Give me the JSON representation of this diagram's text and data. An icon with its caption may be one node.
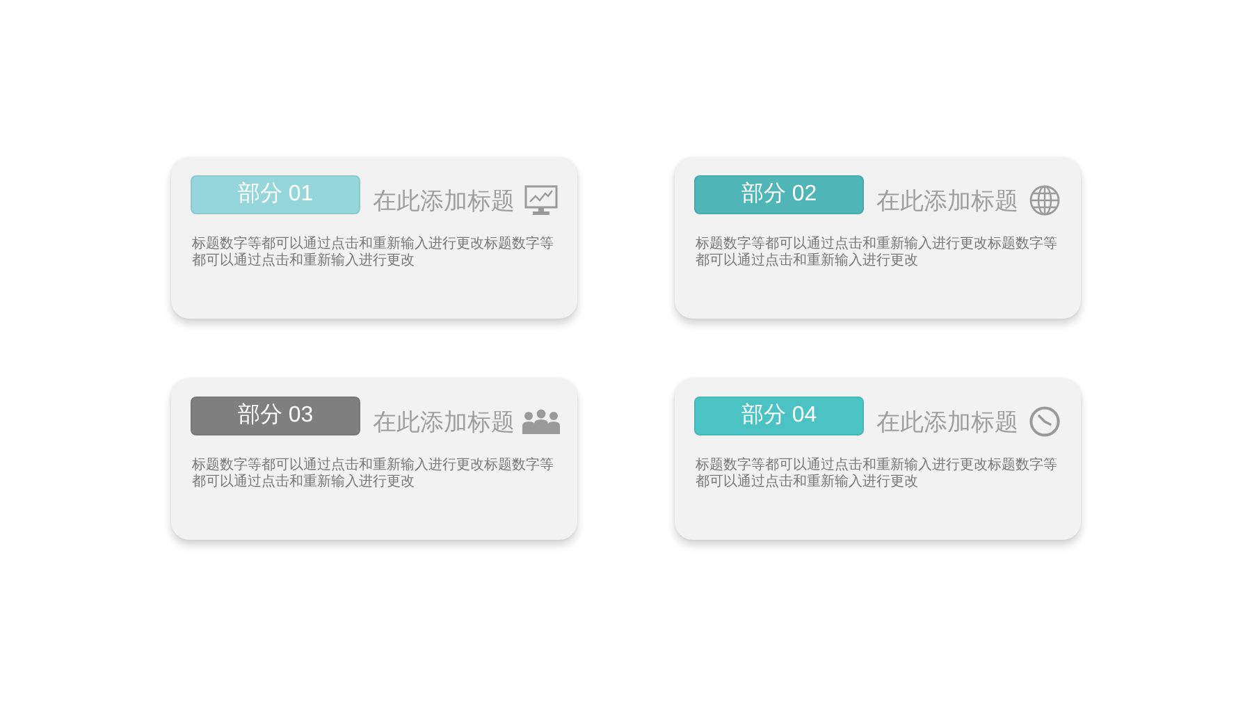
{
  "diagram": {
    "nodes": [
      {
        "text": [
          "在此添加标题",
          "标题数字等都可以通过点击和重新输入进行更改标题数字等都可以通过点击和重新输入进行更改"
        ]
      },
      {
        "text": [
          "部分 01"
        ],
        "in": 0
      },
      {
        "text": [
          "在此添加标题",
          "标题数字等都可以通过点击和重新输入进行更改标题数字等都可以通过点击和重新输入进行更改"
        ]
      },
      {
        "text": [
          "部分 02"
        ],
        "in": 2
      },
      {
        "text": [
          "在此添加标题",
          "标题数字等都可以通过点击和重新输入进行更改标题数字等都可以通过点击和重新输入进行更改"
        ]
      },
      {
        "text": [
          "部分 03"
        ],
        "in": 4
      },
      {
        "text": [
          "在此添加标题",
          "标题数字等都可以通过点击和重新输入进行更改标题数字等都可以通过点击和重新输入进行更改"
        ]
      },
      {
        "text": [
          "部分 04"
        ],
        "in": 6
      }
    ]
  }
}
